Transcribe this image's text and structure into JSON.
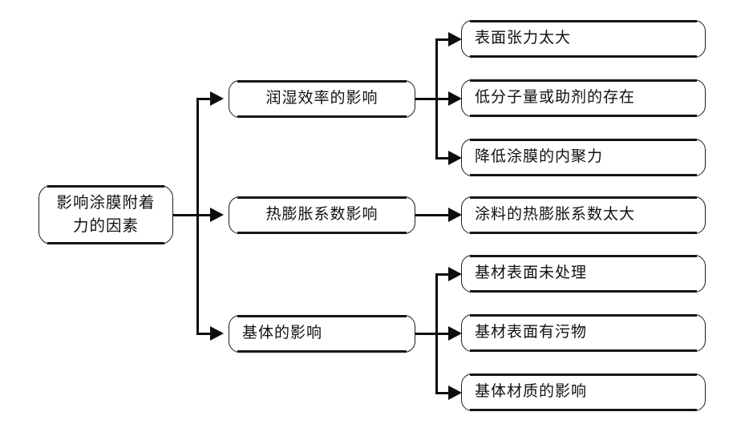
{
  "diagram": {
    "type": "tree-flowchart",
    "title": "影响涂膜附着力的因素",
    "orientation": "left-to-right",
    "colors": {
      "background": "#ffffff",
      "node_fill": "#ffffff",
      "node_border": "#1d1d1d",
      "connector": "#0d0d0d",
      "text": "#111111"
    },
    "root": {
      "label": "影响涂膜附着\n力的因素"
    },
    "branches": [
      {
        "label": "润湿效率的影响",
        "children": [
          {
            "label": "表面张力太大"
          },
          {
            "label": "低分子量或助剂的存在"
          },
          {
            "label": "降低涂膜的内聚力"
          }
        ]
      },
      {
        "label": "热膨胀系数影响",
        "children": [
          {
            "label": "涂料的热膨胀系数太大"
          }
        ]
      },
      {
        "label": "基体的影响",
        "children": [
          {
            "label": "基材表面未处理"
          },
          {
            "label": "基材表面有污物"
          },
          {
            "label": "基体材质的影响"
          }
        ]
      }
    ]
  }
}
